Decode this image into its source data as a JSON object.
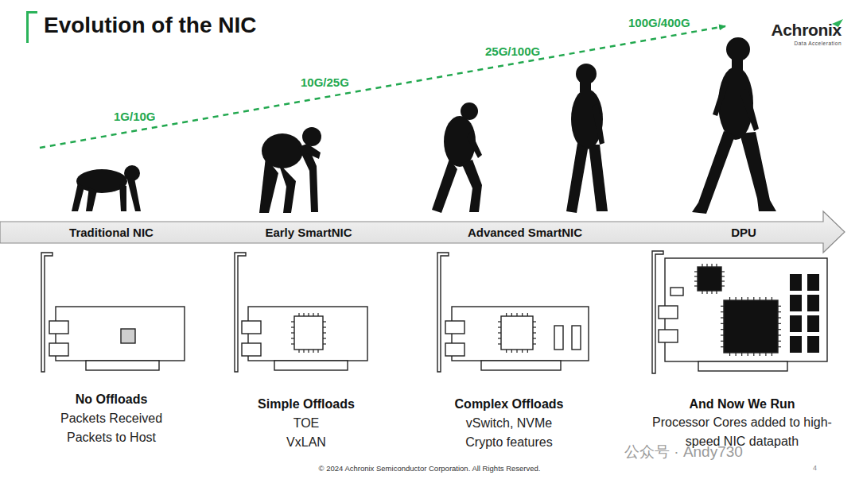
{
  "diagram": {
    "title": "Evolution of the NIC",
    "labels": [
      "Achronix",
      "Data Acceleration",
      "1G/10G",
      "10G/25G",
      "25G/100G",
      "100G/400G",
      "Traditional NIC",
      "Early SmartNIC",
      "Advanced SmartNIC",
      "DPU",
      "No Offloads",
      "Packets Received",
      "Packets to Host",
      "Simple Offloads",
      "TOE",
      "VxLAN",
      "Complex Offloads",
      "vSwitch, NVMe",
      "Crypto features",
      "And Now We Run",
      "Processor Cores added to high-speed NIC datapath",
      "© 2024 Achronix Semiconductor Corporation. All Rights Reserved.",
      "4",
      "公众号 · Andy730"
    ]
  }
}
